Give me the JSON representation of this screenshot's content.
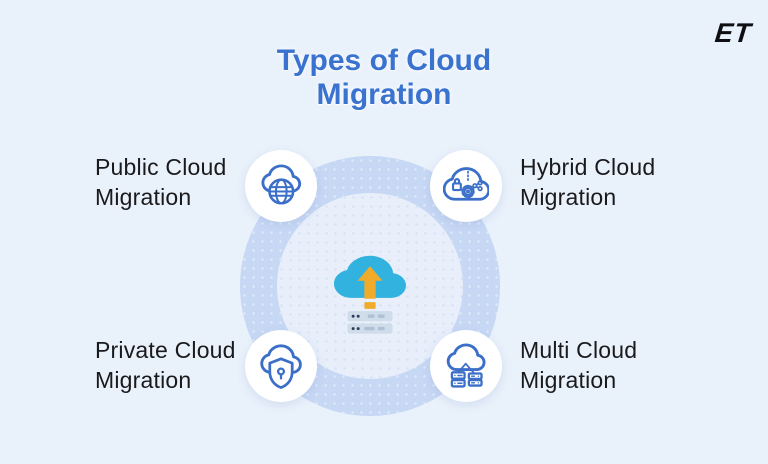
{
  "brand": {
    "logo_text": "ET"
  },
  "title": {
    "line1": "Types of Cloud",
    "line2": "Migration"
  },
  "colors": {
    "background": "#e9f1fb",
    "title_blue": "#3a72cf",
    "outer_ring": "#c7d8f5",
    "inner_circle": "#e8effb",
    "icon_stroke_blue": "#3b6fc8",
    "label_text": "#1a1a1d",
    "center_cloud_teal": "#32b2de",
    "arrow_gold": "#f1ab2b",
    "server_gray": "#cfdcea",
    "logo_black": "#0e0e13"
  },
  "center": {
    "icon": "cloud-migration-upload-icon"
  },
  "nodes": [
    {
      "id": "public",
      "line1": "Public Cloud",
      "line2": "Migration",
      "icon": "public-cloud-globe-icon"
    },
    {
      "id": "hybrid",
      "line1": "Hybrid Cloud",
      "line2": "Migration",
      "icon": "hybrid-cloud-lock-gear-share-icon"
    },
    {
      "id": "private",
      "line1": "Private Cloud",
      "line2": "Migration",
      "icon": "private-cloud-shield-icon"
    },
    {
      "id": "multi",
      "line1": "Multi Cloud",
      "line2": "Migration",
      "icon": "multi-cloud-servers-icon"
    }
  ]
}
